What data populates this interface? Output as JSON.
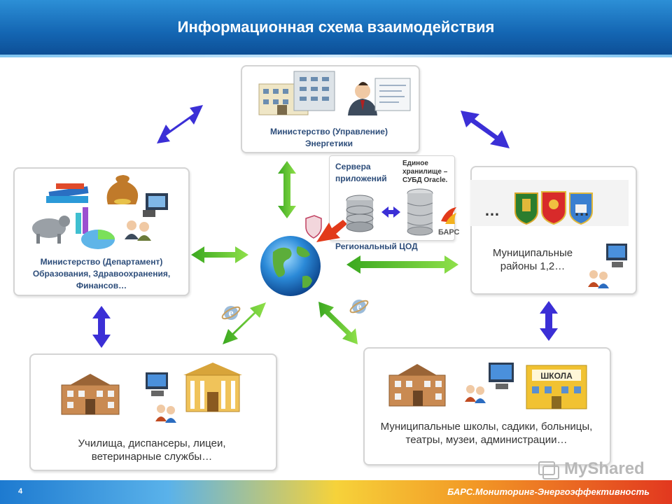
{
  "header": {
    "title": "Информационная схема взаимодействия"
  },
  "nodes": {
    "ministry_energy": {
      "label": "Министерство (Управление) Энергетики"
    },
    "ministry_dept": {
      "label": "Министерство (Департамент) Образования, Здравоохранения, Финансов…"
    },
    "region_center": {
      "servers": "Сервера приложений",
      "storage": "Единое хранилище – СУБД Oracle.",
      "caption": "Региональный ЦОД",
      "logo": "БАРС"
    },
    "municipal_districts": {
      "label": "Муниципальные районы 1,2…",
      "ellipsis": "… …"
    },
    "colleges": {
      "label": "Училища, диспансеры, лицеи, ветеринарные службы…"
    },
    "municipal_schools": {
      "label": "Муниципальные школы, садики, больницы, театры, музеи, администрации…",
      "school_sign": "ШКОЛА"
    }
  },
  "footer": {
    "page_number": "4",
    "product": "БАРС.Мониторинг-Энергоэффективность"
  },
  "watermark": "MyShared",
  "colors": {
    "header": "#1466b3",
    "arrow_blue": "#3b2fd6",
    "arrow_green": "#4cc230",
    "box_text": "#2d4d7a"
  }
}
